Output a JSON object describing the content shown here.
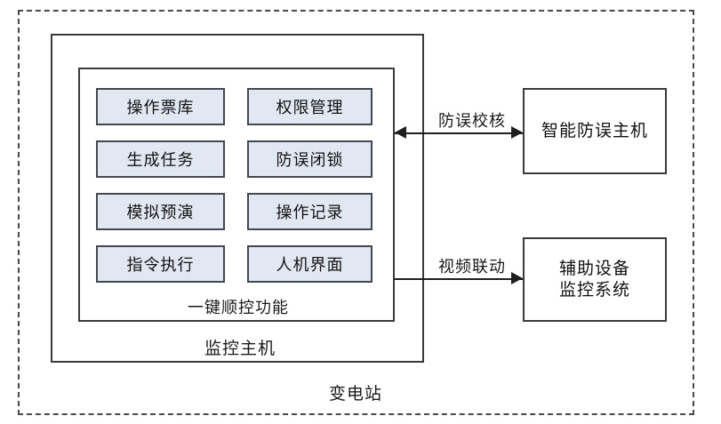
{
  "diagram": {
    "substation": {
      "label": "变电站"
    },
    "monitoring_host": {
      "label": "监控主机"
    },
    "feature_group": {
      "label": "一键顺控功能",
      "cells": [
        {
          "label": "操作票库"
        },
        {
          "label": "权限管理"
        },
        {
          "label": "生成任务"
        },
        {
          "label": "防误闭锁"
        },
        {
          "label": "模拟预演"
        },
        {
          "label": "操作记录"
        },
        {
          "label": "指令执行"
        },
        {
          "label": "人机界面"
        }
      ]
    },
    "external_systems": [
      {
        "label": "智能防误主机"
      },
      {
        "label_line1": "辅助设备",
        "label_line2": "监控系统"
      }
    ],
    "connections": [
      {
        "label": "防误校核",
        "direction": "bidirectional"
      },
      {
        "label": "视频联动",
        "direction": "right"
      }
    ],
    "colors": {
      "cell_fill": "#e2e8f2",
      "cell_border": "#44474d",
      "frame_border": "#3a3a3a",
      "dashed_border": "#4a4a4a",
      "line": "#1e1e1e"
    }
  }
}
